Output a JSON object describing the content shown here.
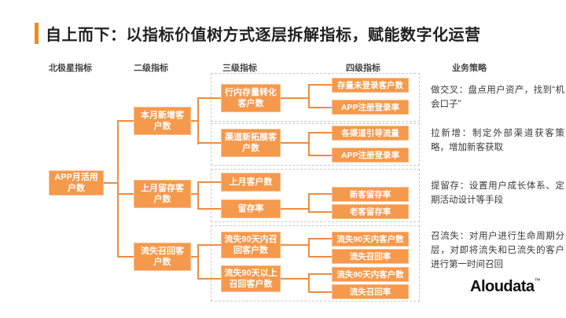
{
  "title": "自上而下：以指标价值树方式逐层拆解指标，赋能数字化运营",
  "columns": {
    "north_star": "北极星指标",
    "level2": "二级指标",
    "level3": "三级指标",
    "level4": "四级指标",
    "strategy": "业务策略"
  },
  "colors": {
    "accent": "#F28A1E",
    "node_fill": "#F5994D",
    "node_border": "#F9BE8C",
    "connector": "#EE8C3F",
    "group_border": "#C9C9C9"
  },
  "tree": {
    "root": "APP月活用户数",
    "level2": [
      "本月新增客户数",
      "上月留存客户数",
      "流失召回客户数"
    ],
    "level3": [
      "行内存量转化客户数",
      "渠道新拓展客户数",
      "上月客户数",
      "留存率",
      "流失90天内召回客户数",
      "流失90天以上召回客户数"
    ],
    "level4": [
      "存量未登录客户数",
      "APP注册登录率",
      "各渠道引导流量",
      "APP注册登录率",
      "新客留存率",
      "老客留存率",
      "流失90天内客户数",
      "流失召回率",
      "流失90天内客户数",
      "流失召回率"
    ]
  },
  "strategies": [
    "做交叉：盘点用户资产，找到“机会口子”",
    "拉新增：制定外部渠道获客策略，增加新客获取",
    "提留存：设置用户成长体系、定期活动设计等手段",
    "召流失：对用户进行生命周期分层，对即将流失和已流失的客户进行第一时间召回"
  ],
  "logo": {
    "text": "Aloudata",
    "tm": "™"
  }
}
